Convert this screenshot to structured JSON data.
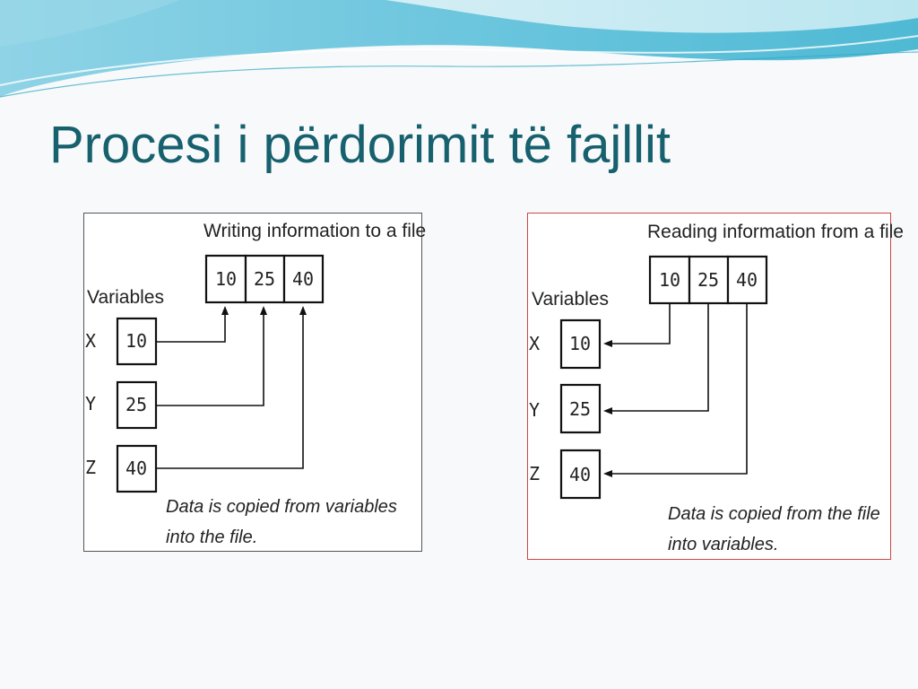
{
  "slide": {
    "title": "Procesi i përdorimit të fajllit"
  },
  "diagrams": [
    {
      "heading": "Writing information to a file",
      "variables_label": "Variables",
      "file_values": [
        "10",
        "25",
        "40"
      ],
      "variables": [
        {
          "name": "X",
          "value": "10"
        },
        {
          "name": "Y",
          "value": "25"
        },
        {
          "name": "Z",
          "value": "40"
        }
      ],
      "caption_line1": "Data is copied from variables",
      "caption_line2": "into the file."
    },
    {
      "heading": "Reading information from a file",
      "variables_label": "Variables",
      "file_values": [
        "10",
        "25",
        "40"
      ],
      "variables": [
        {
          "name": "X",
          "value": "10"
        },
        {
          "name": "Y",
          "value": "25"
        },
        {
          "name": "Z",
          "value": "40"
        }
      ],
      "caption_line1": "Data is copied from the file",
      "caption_line2": "into variables."
    }
  ],
  "colors": {
    "title": "#17606e",
    "wave_dark": "#3bb4cf",
    "wave_light": "#bfe6ef",
    "right_panel_border": "#d04646"
  }
}
